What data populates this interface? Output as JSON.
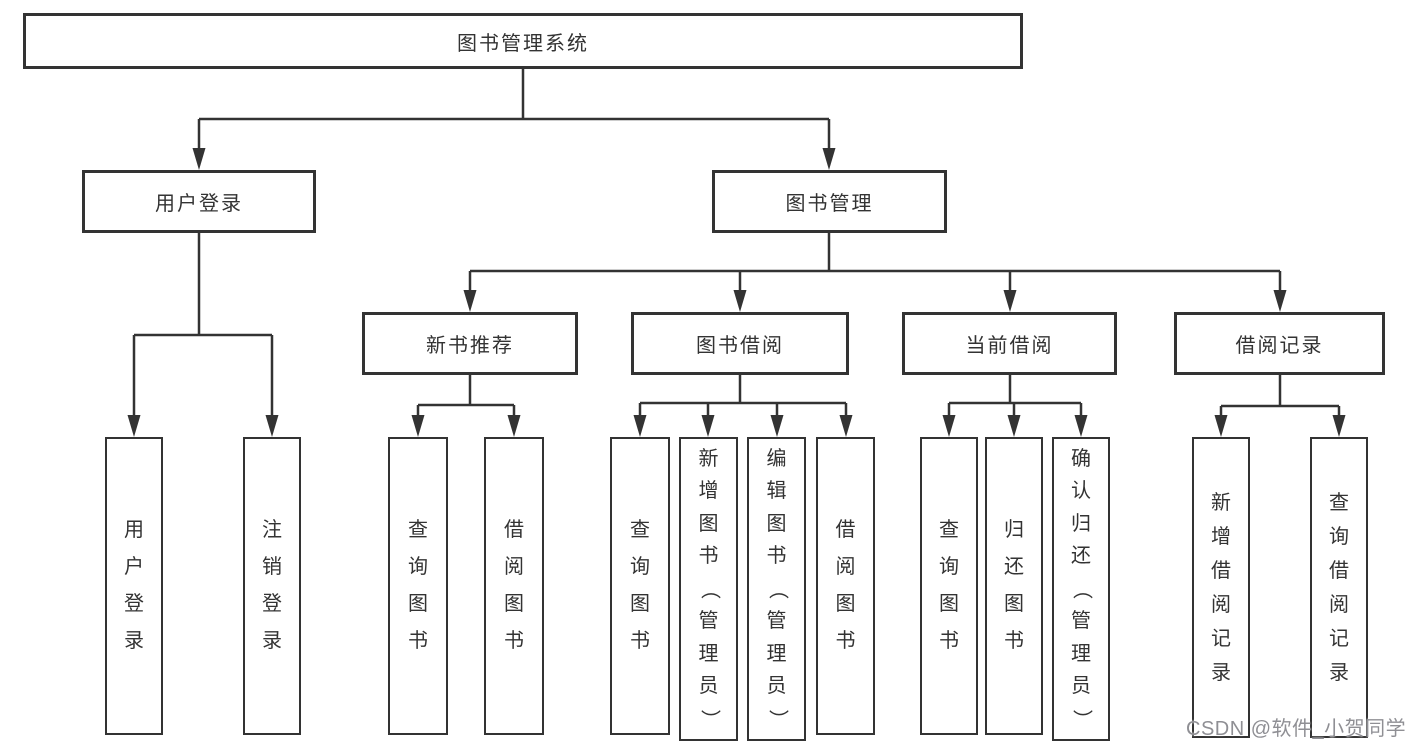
{
  "diagram_title": "图书管理系统",
  "colors": {
    "line": "#333333",
    "box_border": "#333333",
    "box_background": "#ffffff",
    "text": "#333333",
    "watermark": "#8f8f94",
    "background": "#ffffff"
  },
  "nodes": {
    "root": {
      "label": "图书管理系统"
    },
    "user_login": {
      "label": "用户登录"
    },
    "book_management": {
      "label": "图书管理"
    },
    "new_book_rec": {
      "label": "新书推荐"
    },
    "book_borrowing": {
      "label": "图书借阅"
    },
    "current_borrowing": {
      "label": "当前借阅"
    },
    "borrow_records": {
      "label": "借阅记录"
    },
    "user_login_leaf": {
      "label": "用户登录"
    },
    "logout_leaf": {
      "label": "注销登录"
    },
    "query_books_rec": {
      "label": "查询图书"
    },
    "borrow_books_rec": {
      "label": "借阅图书"
    },
    "query_books_bor": {
      "label": "查询图书"
    },
    "add_books_admin": {
      "label": "新增图书（管理员）"
    },
    "edit_books_admin": {
      "label": "编辑图书（管理员）"
    },
    "borrow_books_bor": {
      "label": "借阅图书"
    },
    "query_books_cur": {
      "label": "查询图书"
    },
    "return_books": {
      "label": "归还图书"
    },
    "confirm_return_admin": {
      "label": "确认归还（管理员）"
    },
    "add_borrow_record": {
      "label": "新增借阅记录"
    },
    "query_borrow_record": {
      "label": "查询借阅记录"
    }
  },
  "hierarchy": {
    "root": [
      "user_login",
      "book_management"
    ],
    "user_login": [
      "user_login_leaf",
      "logout_leaf"
    ],
    "book_management": [
      "new_book_rec",
      "book_borrowing",
      "current_borrowing",
      "borrow_records"
    ],
    "new_book_rec": [
      "query_books_rec",
      "borrow_books_rec"
    ],
    "book_borrowing": [
      "query_books_bor",
      "add_books_admin",
      "edit_books_admin",
      "borrow_books_bor"
    ],
    "current_borrowing": [
      "query_books_cur",
      "return_books",
      "confirm_return_admin"
    ],
    "borrow_records": [
      "add_borrow_record",
      "query_borrow_record"
    ]
  },
  "watermark": {
    "text": "CSDN @软件_小贺同学"
  }
}
